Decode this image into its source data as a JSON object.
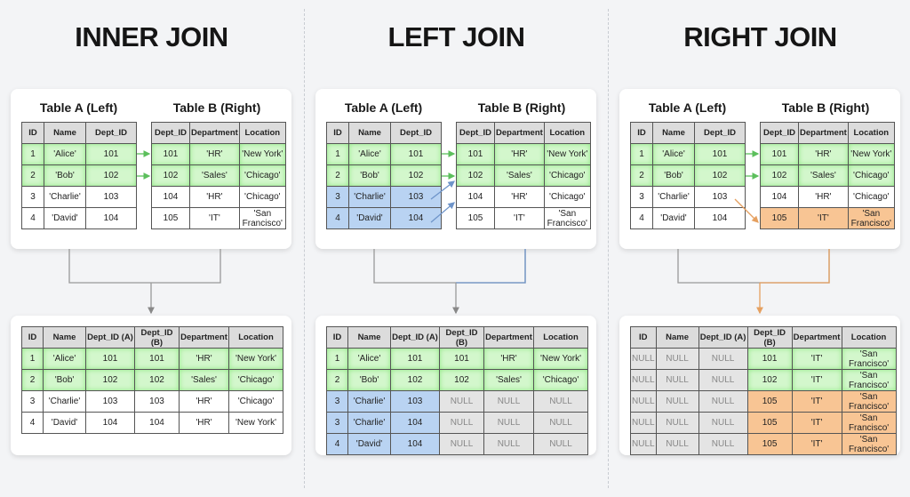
{
  "panels": [
    {
      "title": "INNER JOIN",
      "table_a_label": "Table A (Left)",
      "table_b_label": "Table B (Right)",
      "table_a": {
        "headers": [
          "ID",
          "Name",
          "Dept_ID"
        ],
        "rows": [
          [
            "1",
            "'Alice'",
            "101"
          ],
          [
            "2",
            "'Bob'",
            "102"
          ],
          [
            "3",
            "'Charlie'",
            "103"
          ],
          [
            "4",
            "'David'",
            "104"
          ]
        ]
      },
      "table_b": {
        "headers": [
          "Dept_ID",
          "Department",
          "Location"
        ],
        "rows": [
          [
            "101",
            "'HR'",
            "'New York'"
          ],
          [
            "102",
            "'Sales'",
            "'Chicago'"
          ],
          [
            "104",
            "'HR'",
            "'Chicago'"
          ],
          [
            "105",
            "'IT'",
            "'San Francisco'"
          ]
        ]
      },
      "result": {
        "headers": [
          "ID",
          "Name",
          "Dept_ID (A)",
          "Dept_ID (B)",
          "Department",
          "Location"
        ],
        "rows": [
          [
            "1",
            "'Alice'",
            "101",
            "101",
            "'HR'",
            "'New York'"
          ],
          [
            "2",
            "'Bob'",
            "102",
            "102",
            "'Sales'",
            "'Chicago'"
          ],
          [
            "3",
            "'Charlie'",
            "103",
            "103",
            "'HR'",
            "'Chicago'"
          ],
          [
            "4",
            "'David'",
            "104",
            "104",
            "'HR'",
            "'New York'"
          ]
        ]
      }
    },
    {
      "title": "LEFT JOIN",
      "table_a_label": "Table A (Left)",
      "table_b_label": "Table B (Right)",
      "table_a": {
        "headers": [
          "ID",
          "Name",
          "Dept_ID"
        ],
        "rows": [
          [
            "1",
            "'Alice'",
            "101"
          ],
          [
            "2",
            "'Bob'",
            "102"
          ],
          [
            "3",
            "'Charlie'",
            "103"
          ],
          [
            "4",
            "'David'",
            "104"
          ]
        ]
      },
      "table_b": {
        "headers": [
          "Dept_ID",
          "Department",
          "Location"
        ],
        "rows": [
          [
            "101",
            "'HR'",
            "'New York'"
          ],
          [
            "102",
            "'Sales'",
            "'Chicago'"
          ],
          [
            "104",
            "'HR'",
            "'Chicago'"
          ],
          [
            "105",
            "'IT'",
            "'San Francisco'"
          ]
        ]
      },
      "result": {
        "headers": [
          "ID",
          "Name",
          "Dept_ID (A)",
          "Dept_ID (B)",
          "Department",
          "Location"
        ],
        "rows": [
          [
            "1",
            "'Alice'",
            "101",
            "101",
            "'HR'",
            "'New York'"
          ],
          [
            "2",
            "'Bob'",
            "102",
            "102",
            "'Sales'",
            "'Chicago'"
          ],
          [
            "3",
            "'Charlie'",
            "103",
            "NULL",
            "NULL",
            "NULL"
          ],
          [
            "3",
            "'Charlie'",
            "104",
            "NULL",
            "NULL",
            "NULL"
          ],
          [
            "4",
            "'David'",
            "104",
            "NULL",
            "NULL",
            "NULL"
          ]
        ]
      }
    },
    {
      "title": "RIGHT JOIN",
      "table_a_label": "Table A (Left)",
      "table_b_label": "Table B (Right)",
      "table_a": {
        "headers": [
          "ID",
          "Name",
          "Dept_ID"
        ],
        "rows": [
          [
            "1",
            "'Alice'",
            "101"
          ],
          [
            "2",
            "'Bob'",
            "102"
          ],
          [
            "3",
            "'Charlie'",
            "103"
          ],
          [
            "4",
            "'David'",
            "104"
          ]
        ]
      },
      "table_b": {
        "headers": [
          "Dept_ID",
          "Department",
          "Location"
        ],
        "rows": [
          [
            "101",
            "'HR'",
            "'New York'"
          ],
          [
            "102",
            "'Sales'",
            "'Chicago'"
          ],
          [
            "104",
            "'HR'",
            "'Chicago'"
          ],
          [
            "105",
            "'IT'",
            "'San Francisco'"
          ]
        ]
      },
      "result": {
        "headers": [
          "ID",
          "Name",
          "Dept_ID (A)",
          "Dept_ID (B)",
          "Department",
          "Location"
        ],
        "rows": [
          [
            "NULL",
            "NULL",
            "NULL",
            "101",
            "'IT'",
            "'San Francisco'"
          ],
          [
            "NULL",
            "NULL",
            "NULL",
            "102",
            "'IT'",
            "'San Francisco'"
          ],
          [
            "NULL",
            "NULL",
            "NULL",
            "105",
            "'IT'",
            "'San Francisco'"
          ],
          [
            "NULL",
            "NULL",
            "NULL",
            "105",
            "'IT'",
            "'San Francisco'"
          ],
          [
            "NULL",
            "NULL",
            "NULL",
            "105",
            "'IT'",
            "'San Francisco'"
          ]
        ]
      }
    }
  ],
  "colors": {
    "match": "#8fe783",
    "left_only": "#b9d3f2",
    "right_only": "#f8c594",
    "null": "#e4e4e4"
  }
}
